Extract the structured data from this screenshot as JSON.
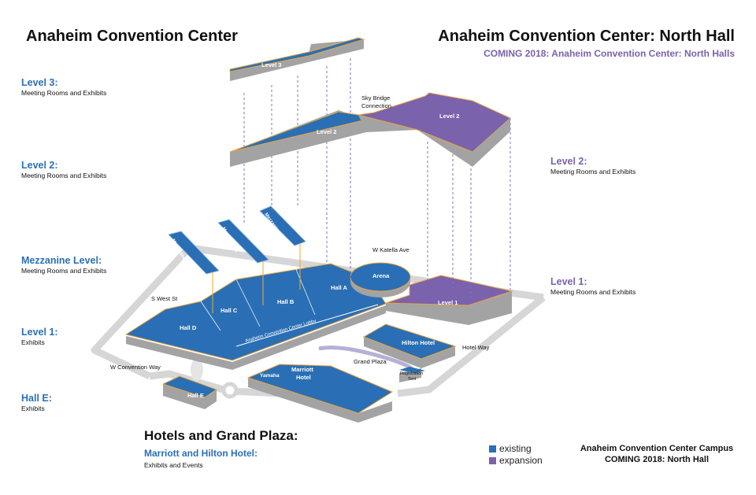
{
  "left_title": "Anaheim Convention Center",
  "right_title": "Anaheim Convention Center: North Hall",
  "right_subtitle": "COMING 2018: Anaheim Convention Center: North Halls",
  "left_levels": [
    {
      "name": "Level 3:",
      "desc": "Meeting Rooms and Exhibits"
    },
    {
      "name": "Level 2:",
      "desc": "Meeting Rooms and Exhibits"
    },
    {
      "name": "Mezzanine Level:",
      "desc": "Meeting Rooms and Exhibits"
    },
    {
      "name": "Level 1:",
      "desc": "Exhibits"
    },
    {
      "name": "Hall E:",
      "desc": "Exhibits"
    }
  ],
  "right_levels": [
    {
      "name": "Level 2:",
      "desc": "Meeting Rooms and Exhibits"
    },
    {
      "name": "Level 1:",
      "desc": "Meeting Rooms and Exhibits"
    }
  ],
  "map_labels": {
    "level3": "Level 3",
    "level2": "Level 2",
    "north_level2": "Level 2",
    "north_level1": "Level 1",
    "sky_bridge_1": "Sky Bridge",
    "sky_bridge_2": "Connection",
    "mezz_a": "Mezzanine A/B",
    "mezz_c": "Mezzanine C",
    "mezz_d": "Mezzanine D",
    "w_katella": "W Katella Ave",
    "s_west": "S West St",
    "w_convention": "W Convention Way",
    "hotel_way": "Hotel Way",
    "hall_a": "Hall A",
    "hall_b": "Hall B",
    "hall_c": "Hall C",
    "hall_d": "Hall D",
    "hall_e": "Hall E",
    "arena": "Arena",
    "lobby": "Anaheim Convention Center Lobby",
    "hilton": "Hilton Hotel",
    "grand_plaza": "Grand Plaza",
    "yamaha": "Yamaha",
    "marriott_1": "Marriott",
    "marriott_2": "Hotel",
    "registration_1": "Registration",
    "registration_2": "Tent"
  },
  "hotels_title": "Hotels and Grand Plaza:",
  "hotels_subtitle": "Marriott and Hilton Hotel:",
  "hotels_desc": "Exhibits and Events",
  "legend": [
    {
      "label": "existing",
      "color": "#2a6fb5"
    },
    {
      "label": "expansion",
      "color": "#7b62ad"
    }
  ],
  "campus_line1": "Anaheim Convention Center Campus",
  "campus_line2": "COMING 2018: North Hall",
  "colors": {
    "existing": "#2a6fb5",
    "expansion": "#7b62ad",
    "side": "#a3a3a3",
    "road": "#dcdcdc"
  }
}
